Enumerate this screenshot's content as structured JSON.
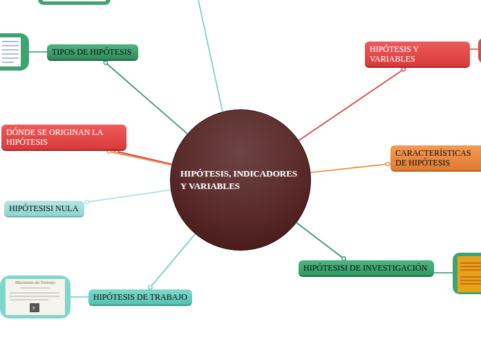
{
  "diagram": {
    "nodes": [
      {
        "text": [
          "HIPÓTESIS, INDICADORES Y VARIABLES"
        ]
      },
      {
        "text": [
          "TIPOS DE HIPÓTESIS"
        ]
      },
      {
        "text": [
          "HIPÓTESIS Y VARIABLES"
        ]
      },
      {
        "text": [
          "DÓNDE SE ORIGINAN LA HIPÓTESIS"
        ]
      },
      {
        "text": [
          "CARACTERÍSTICAS DE HIPÓTESIS"
        ]
      },
      {
        "text": [
          "HIPÓTESISI NULA"
        ]
      },
      {
        "text": [
          "HIPÓTESISI DE INVESTIGACIÓN"
        ]
      },
      {
        "text": [
          "HIPÓTESIS DE TRABAJO"
        ]
      }
    ],
    "edges": [
      {
        "from": 0,
        "to": 1,
        "arrow": "none"
      },
      {
        "from": 0,
        "to": 2,
        "arrow": "none"
      },
      {
        "from": 0,
        "to": 3,
        "arrow": "none"
      },
      {
        "from": 0,
        "to": 3,
        "arrow": "none"
      },
      {
        "from": 0,
        "to": 4,
        "arrow": "none"
      },
      {
        "from": 0,
        "to": 5,
        "arrow": "none"
      },
      {
        "from": 0,
        "to": 6,
        "arrow": "none"
      },
      {
        "from": 0,
        "to": 7,
        "arrow": "none"
      }
    ],
    "labels": [
      "Hipótesis de Trabajo"
    ]
  }
}
